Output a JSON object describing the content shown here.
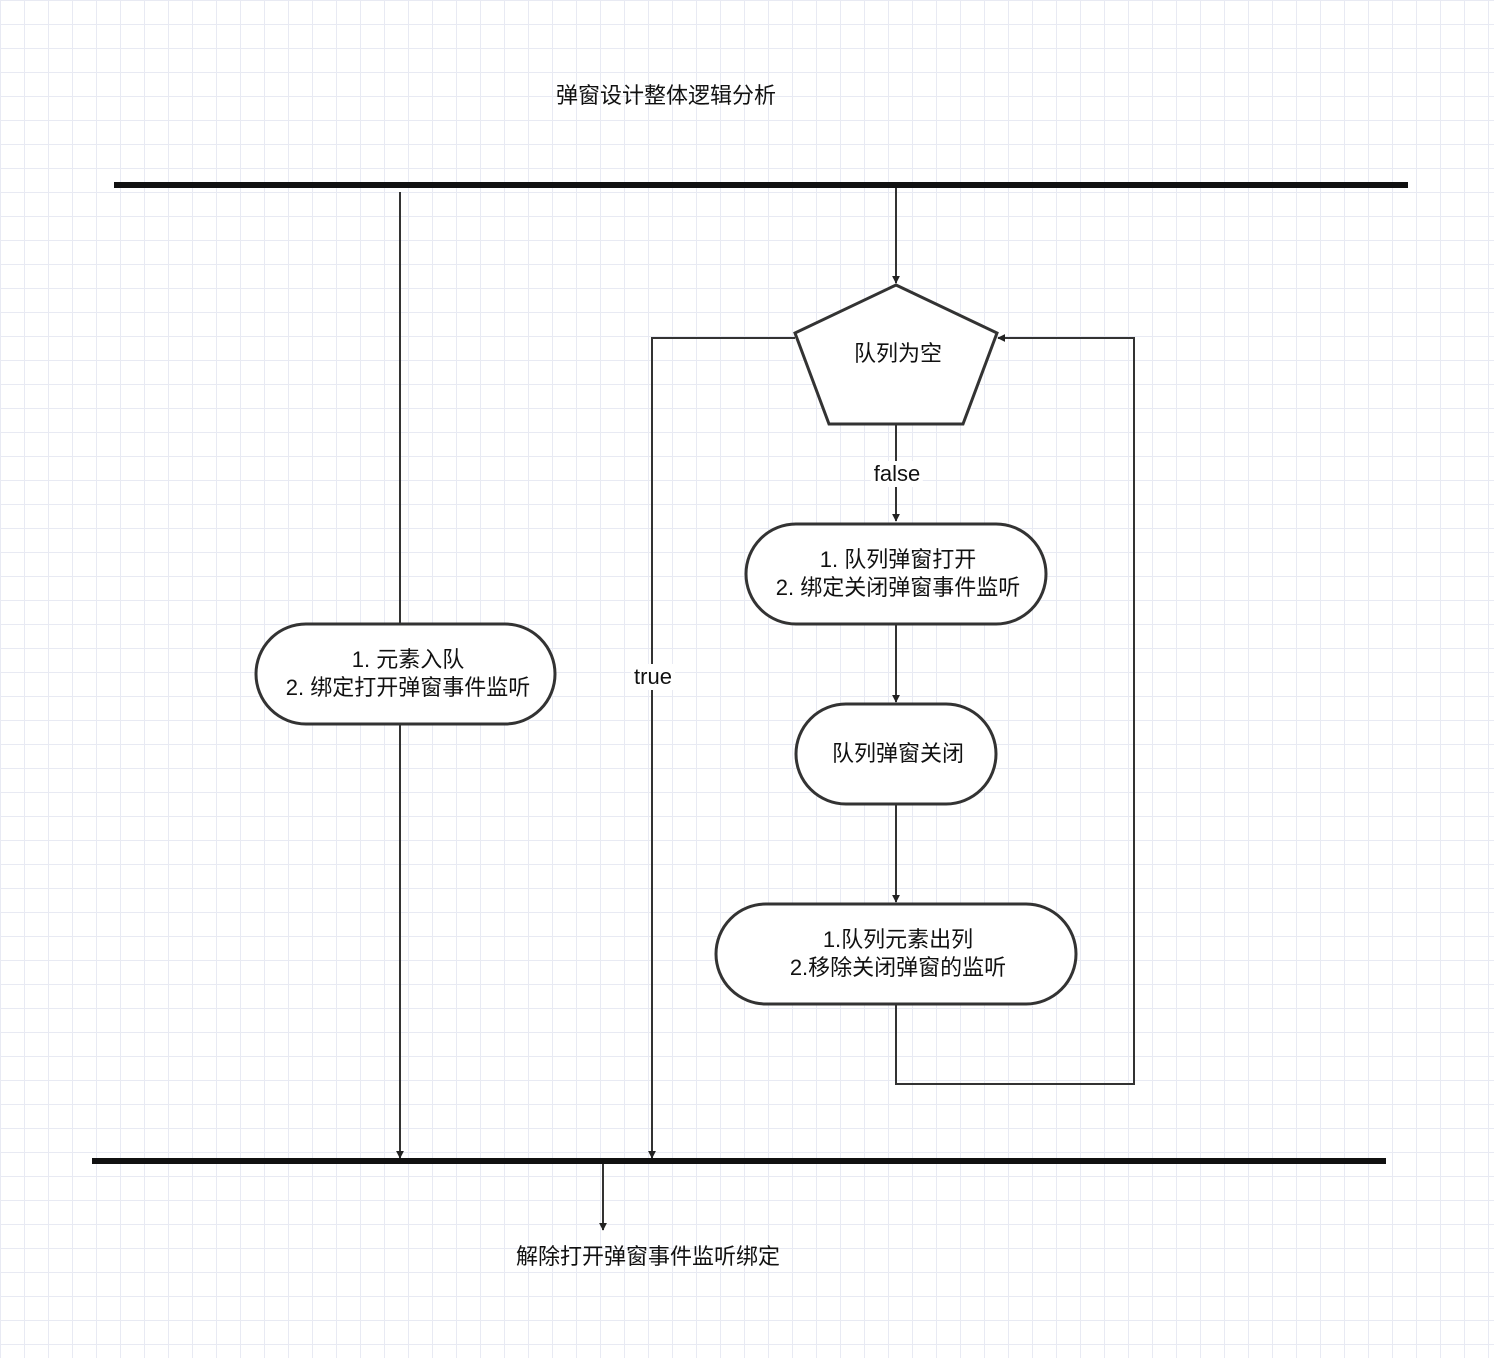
{
  "title": "弹窗设计整体逻辑分析",
  "nodes": {
    "enqueue": {
      "line1": "1. 元素入队",
      "line2": "2. 绑定打开弹窗事件监听"
    },
    "queue_empty": "队列为空",
    "open_popup": {
      "line1": "1. 队列弹窗打开",
      "line2": "2. 绑定关闭弹窗事件监听"
    },
    "close_popup": "队列弹窗关闭",
    "dequeue": {
      "line1": "1.队列元素出列",
      "line2": "2.移除关闭弹窗的监听"
    }
  },
  "edges": {
    "false_label": "false",
    "true_label": "true"
  },
  "footer": "解除打开弹窗事件监听绑定",
  "colors": {
    "line": "#222222",
    "shape_fill": "#ffffff",
    "grid": "#e8eaf3"
  }
}
